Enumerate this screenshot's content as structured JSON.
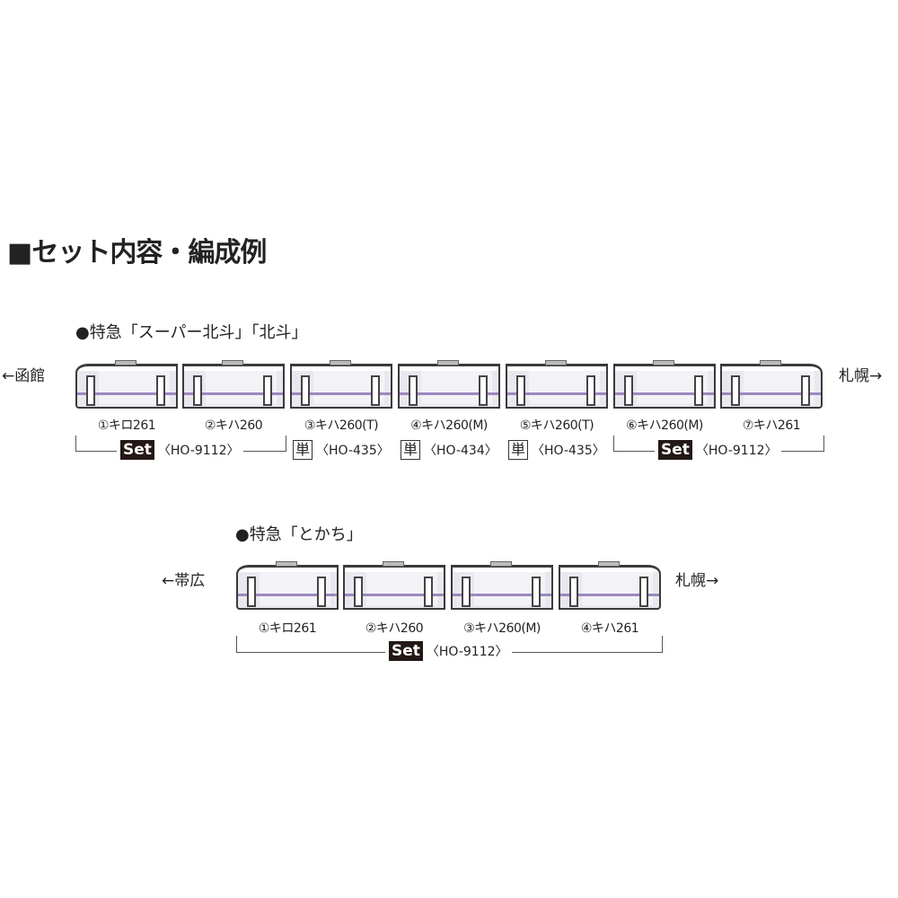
{
  "title": "■セット内容・編成例",
  "colors": {
    "stripe": "#9e88bf",
    "body": "#e9e8ef",
    "set_badge": "#231815"
  },
  "formations": [
    {
      "name": "●特急「スーパー北斗」「北斗」",
      "from": "←函館",
      "to": "札幌→",
      "cars": [
        "①キロ261",
        "②キハ260",
        "③キハ260(T)",
        "④キハ260(M)",
        "⑤キハ260(T)",
        "⑥キハ260(M)",
        "⑦キハ261"
      ],
      "groups": [
        {
          "type": "Set",
          "code": "〈HO-9112〉"
        },
        {
          "type": "単",
          "code": "〈HO-435〉"
        },
        {
          "type": "単",
          "code": "〈HO-434〉"
        },
        {
          "type": "単",
          "code": "〈HO-435〉"
        },
        {
          "type": "Set",
          "code": "〈HO-9112〉"
        }
      ]
    },
    {
      "name": "●特急「とかち」",
      "from": "←帯広",
      "to": "札幌→",
      "cars": [
        "①キロ261",
        "②キハ260",
        "③キハ260(M)",
        "④キハ261"
      ],
      "groups": [
        {
          "type": "Set",
          "code": "〈HO-9112〉"
        }
      ]
    }
  ]
}
